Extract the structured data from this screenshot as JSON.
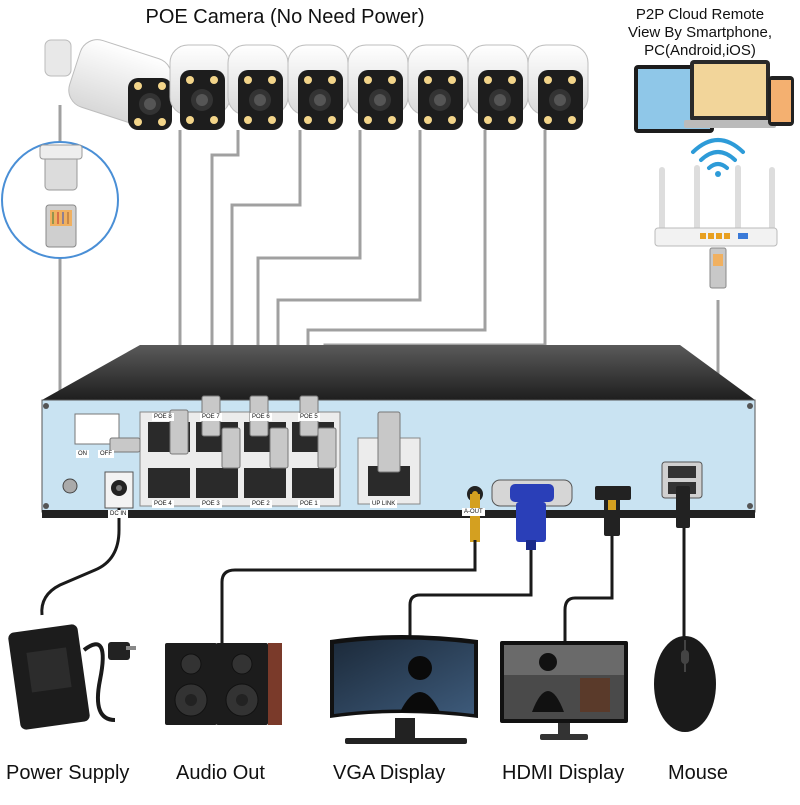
{
  "title": "POE Camera (No Need Power)",
  "p2p": {
    "line1": "P2P Cloud Remote",
    "line2": "View By Smartphone,",
    "line3": "PC(Android,iOS)"
  },
  "nvr": {
    "power_switch": [
      "ON",
      "OFF"
    ],
    "ports_top": [
      "POE 8",
      "POE 7",
      "POE 6",
      "POE 5"
    ],
    "ports_bottom": [
      "POE 4",
      "POE 3",
      "POE 2",
      "POE 1"
    ],
    "uplink": "UP LINK",
    "dc_in": "DC IN",
    "audio_out": "A-OUT"
  },
  "devices": {
    "power_supply": "Power Supply",
    "audio_out": "Audio Out",
    "vga_display": "VGA Display",
    "hdmi_display": "HDMI Display",
    "mouse": "Mouse"
  },
  "colors": {
    "nvr_front": "#c9e3f2",
    "nvr_top": "#3a3a3a",
    "cable": "#9a9a9a",
    "rj45": "#c8c8c8",
    "vga_blue": "#2a3fb8"
  }
}
